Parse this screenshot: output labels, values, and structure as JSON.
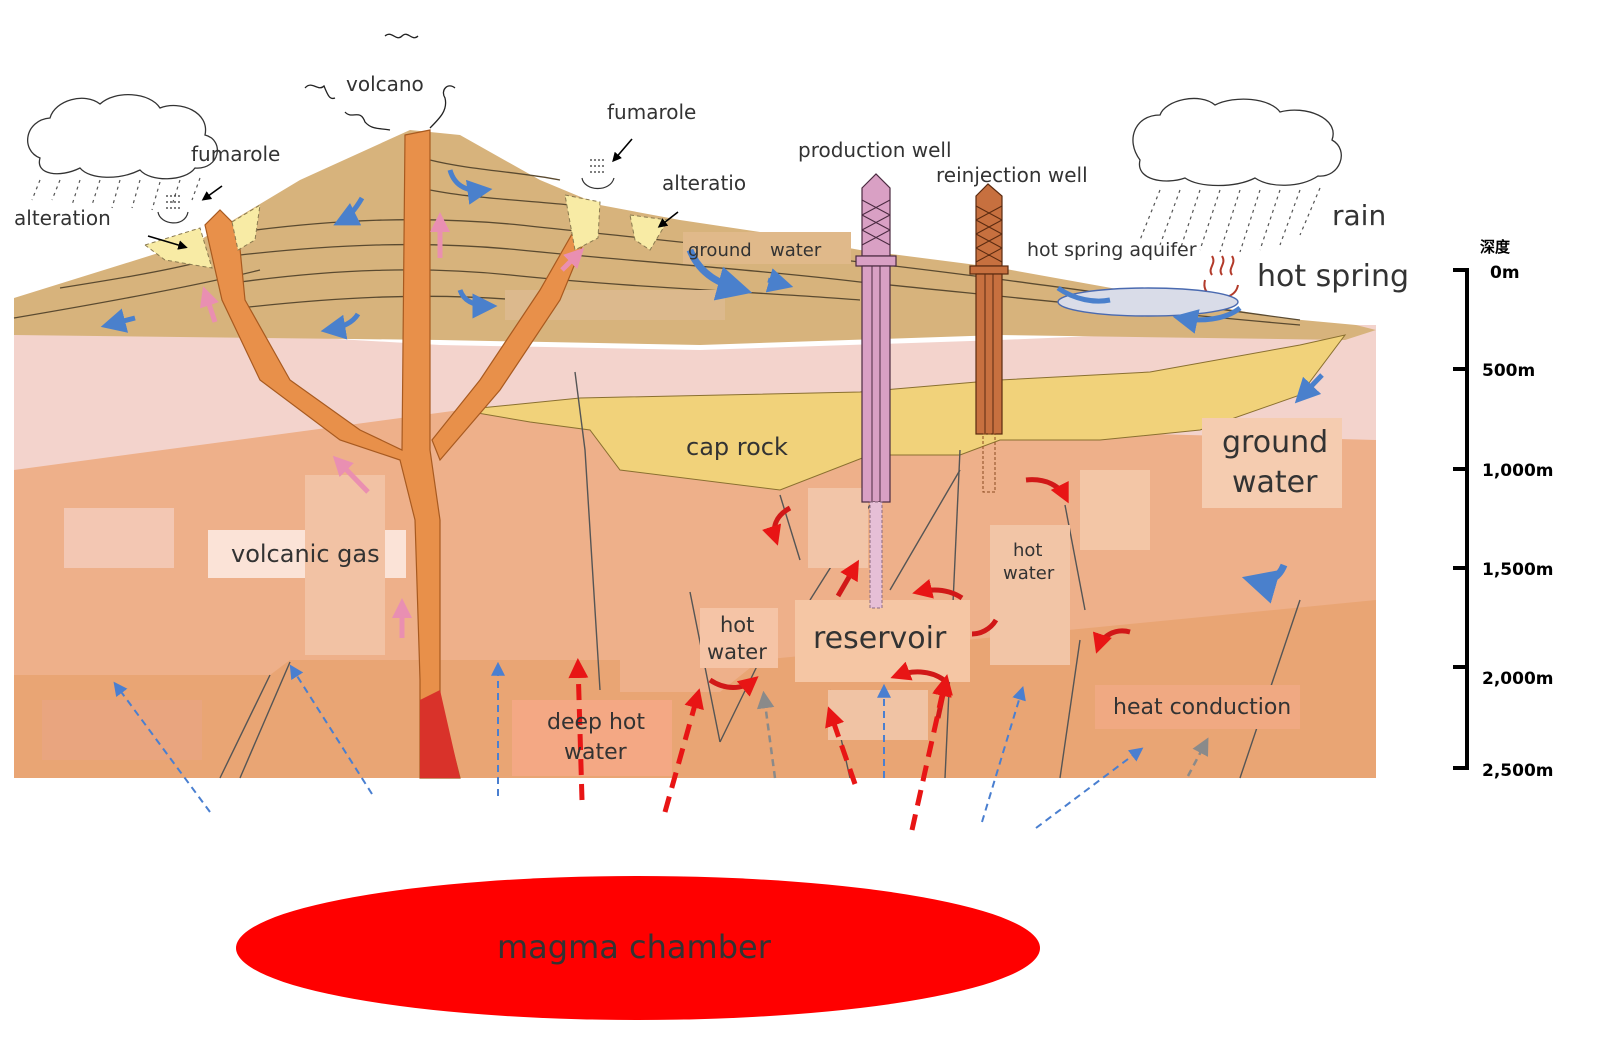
{
  "labels": {
    "volcano": "volcano",
    "fumarole_left": "fumarole",
    "fumarole_right": "fumarole",
    "alteration_left": "alteration",
    "alteration_right": "alteratio",
    "production_well": "production well",
    "reinjection_well": "reinjection well",
    "rain": "rain",
    "hot_spring": "hot spring",
    "hot_spring_aquifer": "hot spring aquifer",
    "ground_water_top_1": "ground",
    "ground_water_top_2": "water",
    "cap_rock": "cap rock",
    "ground_water_right_1": "ground",
    "ground_water_right_2": "water",
    "volcanic_gas": "volcanic gas",
    "hot_water_mid_1": "hot",
    "hot_water_mid_2": "water",
    "hot_water_left_1": "hot",
    "hot_water_left_2": "water",
    "reservoir": "reservoir",
    "deep_hot_water_1": "deep hot",
    "deep_hot_water_2": "water",
    "heat_conduction": "heat conduction",
    "magma_chamber": "magma chamber"
  },
  "depth_scale": {
    "title": "深度",
    "ticks": [
      "0m",
      "500m",
      "1,000m",
      "1,500m",
      "2,000m",
      "2,500m"
    ]
  },
  "colors": {
    "magma": "#ff0000",
    "surface_layers": "#d7b37c",
    "pink_layer": "#f3d3cc",
    "deep_rock": "#eeb08a",
    "cap_rock": "#f1d27a",
    "volcanic_conduit": "#e8904a",
    "groundwater_arrow": "#4a80cc",
    "hot_water_arrow": "#e02020",
    "volcanic_gas_arrow": "#ea8fb0",
    "production_well": "#d9a0c4",
    "reinjection_well": "#c7703f"
  }
}
